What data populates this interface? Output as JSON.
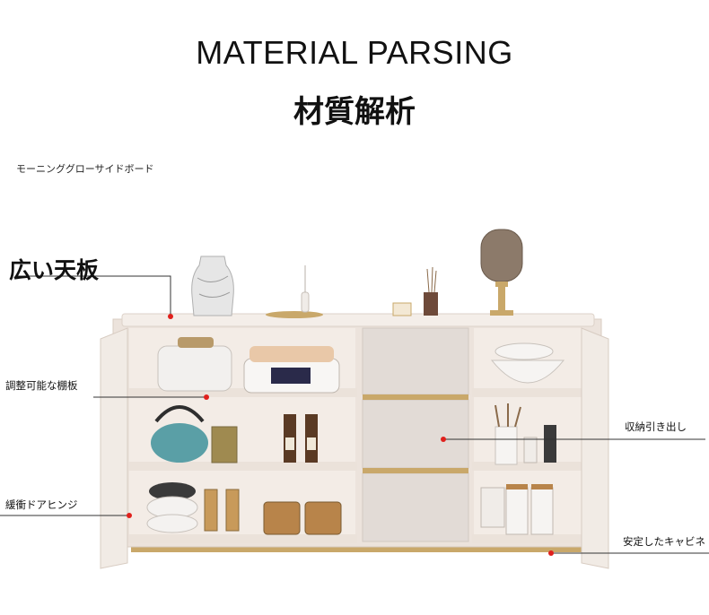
{
  "header": {
    "title_en": "MATERIAL PARSING",
    "title_jp": "材質解析"
  },
  "product": {
    "name": "モーニンググローサイドボード"
  },
  "features": {
    "wide_top": "広い天板",
    "adjustable_shelf": "調整可能な棚板",
    "drawers": "収納引き出し",
    "soft_hinge": "緩衝ドアヒンジ",
    "stable_cabinet": "安定したキャビネ"
  },
  "colors": {
    "cabinet_body": "#ece3dc",
    "cabinet_inner": "#f3ece6",
    "gold_trim": "#c9a86a",
    "drawer_front": "#e2dbd6",
    "callout_dot": "#e0201c",
    "callout_line": "#333333"
  }
}
